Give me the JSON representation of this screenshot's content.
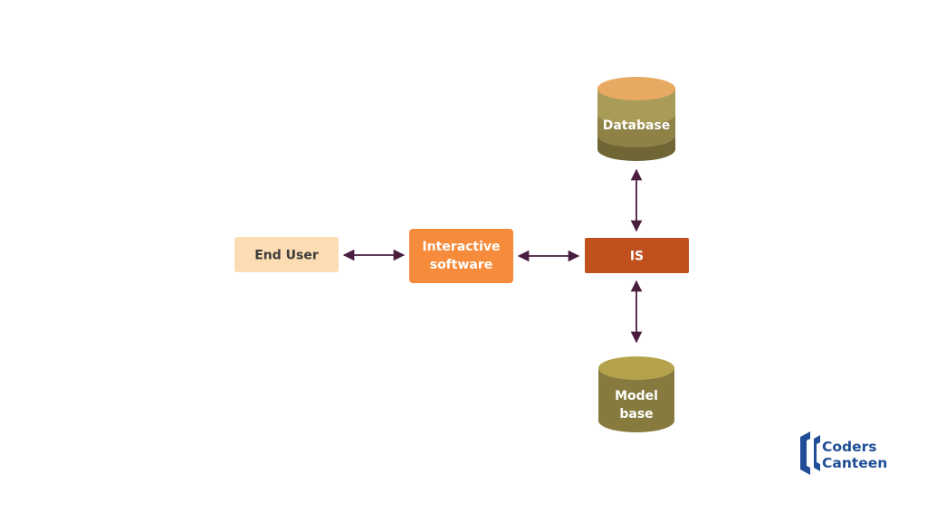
{
  "nodes": {
    "end_user": {
      "label": "End User"
    },
    "interactive_software": {
      "line1": "Interactive",
      "line2": "software"
    },
    "is": {
      "label": "IS"
    },
    "database": {
      "label": "Database"
    },
    "model_base": {
      "line1": "Model",
      "line2": "base"
    }
  },
  "logo": {
    "line1": "Coders",
    "line2": "Canteen"
  },
  "colors": {
    "end_user_fill": "#fcdcb2",
    "end_user_text": "#3c3c3c",
    "interactive_fill": "#f68b3b",
    "is_fill": "#c0511e",
    "node_text_light": "#ffffff",
    "arrow": "#4a1c3e",
    "db_top": "#e8a962",
    "db_band1": "#a89c58",
    "db_band2": "#8e8247",
    "db_band3": "#6f6535",
    "model_base_body": "#877a3e",
    "model_base_top": "#b4a34c",
    "logo_blue": "#1f4e96"
  },
  "icons": {
    "database": "cylinder-icon",
    "model_base": "cylinder-icon",
    "logo": "coders-canteen-logo-icon"
  }
}
